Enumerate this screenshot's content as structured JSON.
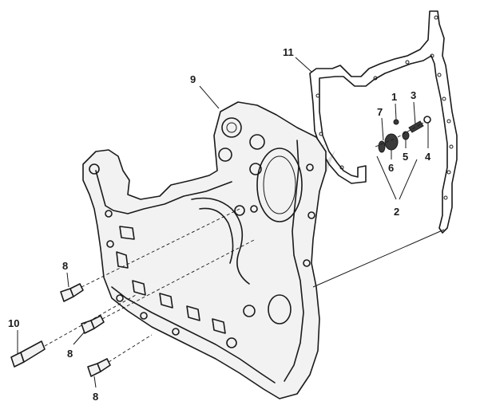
{
  "callouts": {
    "c1": "1",
    "c2": "2",
    "c3": "3",
    "c4": "4",
    "c5": "5",
    "c6": "6",
    "c7": "7",
    "c8a": "8",
    "c8b": "8",
    "c8c": "8",
    "c9": "9",
    "c10": "10",
    "c11": "11"
  },
  "colors": {
    "ink": "#1a1a1a",
    "watermark": "#cfcfcf",
    "background": "#ffffff"
  }
}
